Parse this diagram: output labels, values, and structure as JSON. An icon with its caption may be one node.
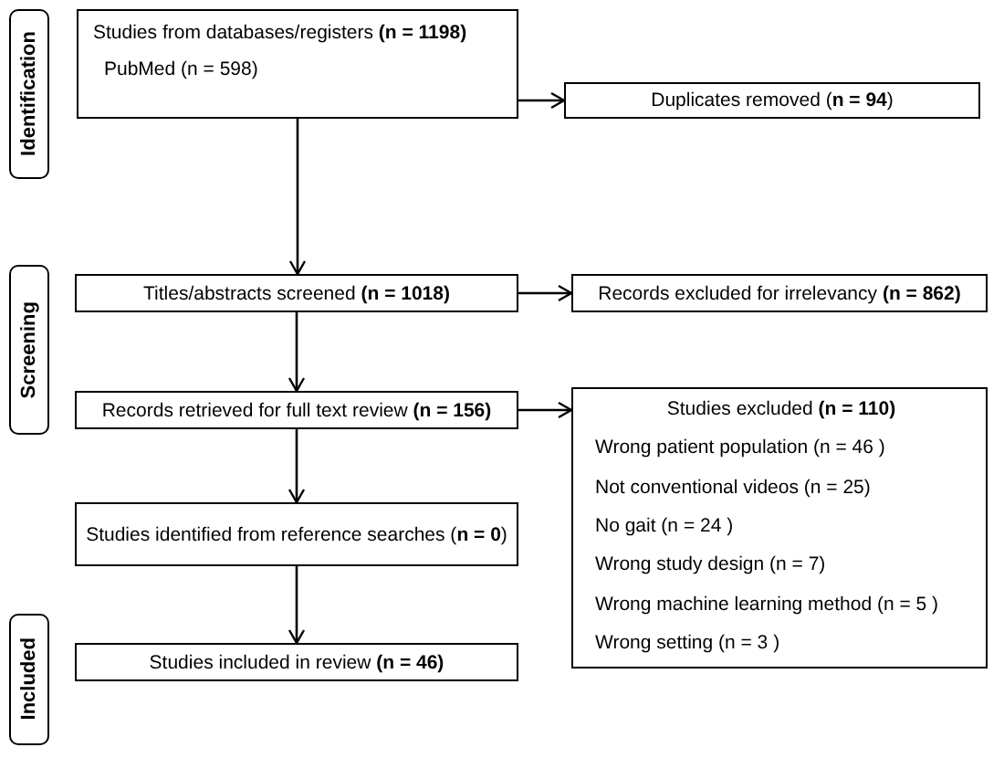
{
  "diagram": {
    "nodes": [
      {
        "text": [
          "Identification"
        ]
      },
      {
        "text": [
          "Screening"
        ]
      },
      {
        "text": [
          "Included"
        ]
      },
      {
        "text": [
          "Studies from databases/registers **(n = 1198)**",
          "PubMed (n = 598)"
        ]
      },
      {
        "text": [
          "Duplicates removed (**n = 94**)"
        ]
      },
      {
        "text": [
          "Titles/abstracts screened **(n = 1018)**"
        ]
      },
      {
        "text": [
          "Records excluded for irrelevancy **(n = 862)**"
        ]
      },
      {
        "text": [
          "Records retrieved for full text review **(n = 156)**"
        ]
      },
      {
        "text": [
          "Studies excluded **(n = 110)**",
          "Wrong patient population (n = 46 )",
          "Not conventional videos (n = 25)",
          "No gait (n = 24 )",
          "Wrong study design (n = 7)",
          "Wrong machine learning method (n = 5 )",
          "Wrong setting (n = 3 )"
        ]
      },
      {
        "text": [
          "Studies identified from reference searches (**n = 0**)"
        ]
      },
      {
        "text": [
          "Studies included in review **(n = 46)**"
        ]
      }
    ],
    "edges": [
      {
        "from": 3,
        "to": 4,
        "arrow": "to"
      },
      {
        "from": 3,
        "to": 5,
        "arrow": "to"
      },
      {
        "from": 5,
        "to": 6,
        "arrow": "to"
      },
      {
        "from": 5,
        "to": 7,
        "arrow": "to"
      },
      {
        "from": 7,
        "to": 8,
        "arrow": "to"
      },
      {
        "from": 7,
        "to": 9,
        "arrow": "to"
      },
      {
        "from": 9,
        "to": 10,
        "arrow": "to"
      }
    ]
  }
}
